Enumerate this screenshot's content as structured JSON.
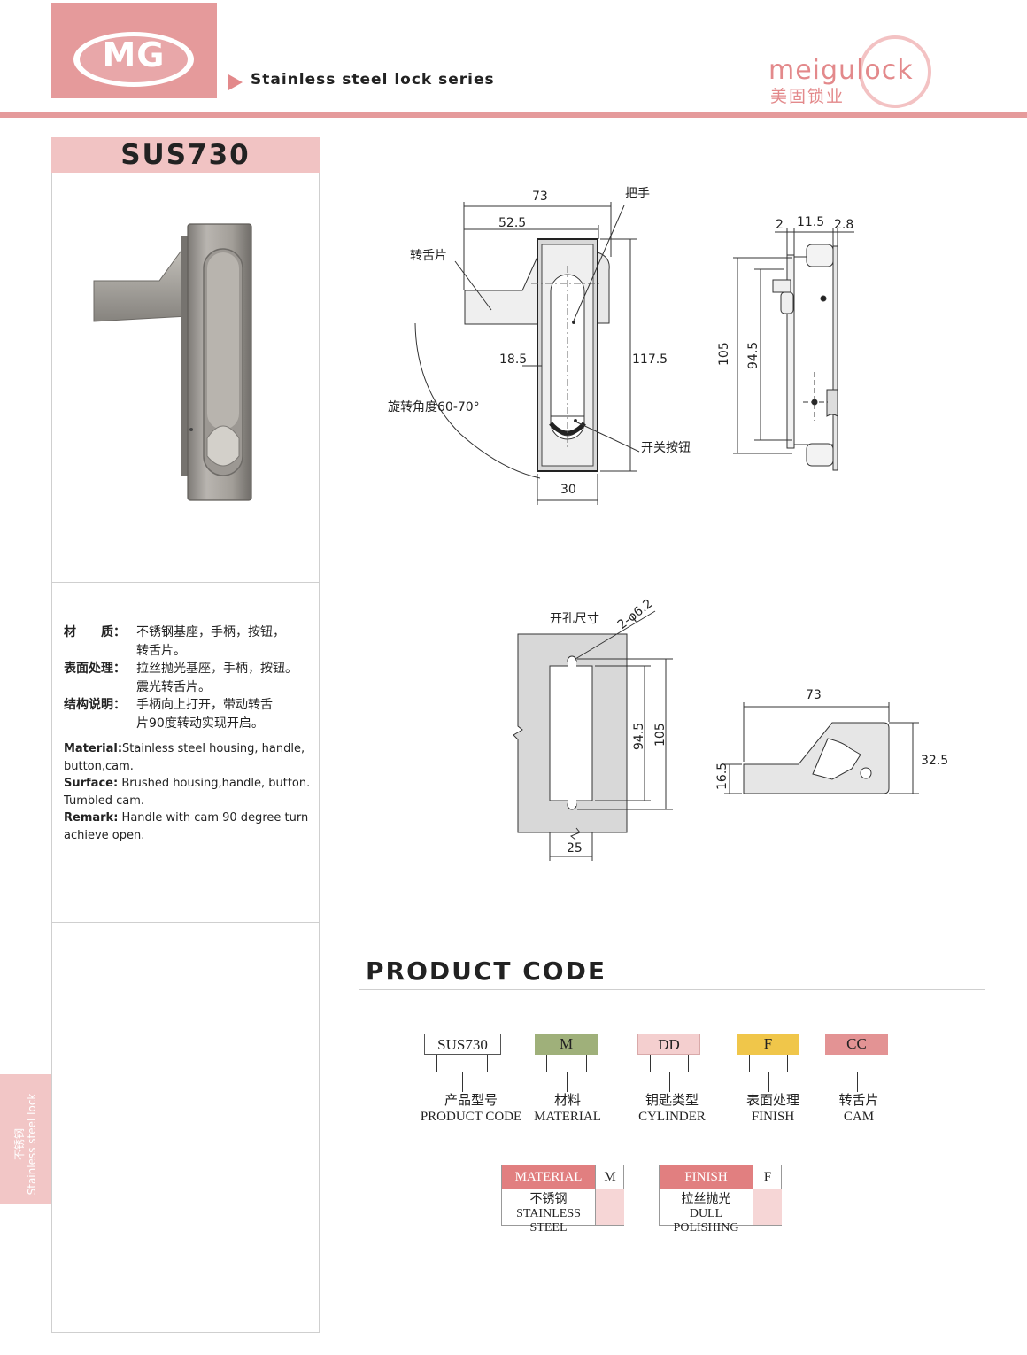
{
  "header": {
    "logo_text": "MG",
    "series_label": "Stainless steel lock series",
    "brand_name": "meigulock",
    "brand_cn": "美固锁业",
    "colors": {
      "accent": "#e59a9b",
      "title_band": "#f1c3c3"
    }
  },
  "product": {
    "model": "SUS730",
    "specs": [
      {
        "label": "材　　质：",
        "lines": [
          "不锈钢基座，手柄，按钮，",
          "转舌片。"
        ]
      },
      {
        "label": "表面处理：",
        "lines": [
          "拉丝抛光基座，手柄，按钮。",
          "震光转舌片。"
        ]
      },
      {
        "label": "结构说明：",
        "lines": [
          "手柄向上打开，带动转舌",
          "片90度转动实现开启。"
        ]
      }
    ],
    "desc": [
      {
        "label": "Material:",
        "text": "Stainless steel housing, handle, button,cam."
      },
      {
        "label": "Surface:",
        "text": " Brushed housing,handle, button. Tumbled cam."
      },
      {
        "label": "Remark:",
        "text": " Handle with cam 90 degree turn achieve open."
      }
    ]
  },
  "drawing": {
    "front": {
      "dim_73": "73",
      "dim_52_5": "52.5",
      "label_handle": "把手",
      "label_cam": "转舌片",
      "dim_18_5": "18.5",
      "dim_117_5": "117.5",
      "rotation": "旋转角度60-70°",
      "label_button": "开关按钮",
      "dim_30": "30"
    },
    "side": {
      "dim_2": "2",
      "dim_11_5": "11.5",
      "dim_2_8": "2.8",
      "dim_105": "105",
      "dim_94_5": "94.5"
    },
    "cutout": {
      "label": "开孔尺寸",
      "hole": "2-φ6.2",
      "dim_94_5": "94.5",
      "dim_105": "105",
      "dim_25": "25"
    },
    "cam": {
      "dim_73": "73",
      "dim_32_5": "32.5",
      "dim_16_5": "16.5"
    }
  },
  "product_code": {
    "title": "PRODUCT CODE",
    "segments": [
      {
        "code": "SUS730",
        "cn": "产品型号",
        "en": "PRODUCT CODE",
        "color": "#ffffff"
      },
      {
        "code": "M",
        "cn": "材料",
        "en": "MATERIAL",
        "color": "#9fb07a"
      },
      {
        "code": "DD",
        "cn": "钥匙类型",
        "en": "CYLINDER",
        "color": "#f4cfcf"
      },
      {
        "code": "F",
        "cn": "表面处理",
        "en": "FINISH",
        "color": "#f0c64a"
      },
      {
        "code": "CC",
        "cn": "转舌片",
        "en": "CAM",
        "color": "#e39394"
      }
    ],
    "tables": [
      {
        "header": "MATERIAL",
        "code": "M",
        "cn": "不锈钢",
        "en": "STAINLESS STEEL"
      },
      {
        "header": "FINISH",
        "code": "F",
        "cn": "拉丝抛光",
        "en": "DULL POLISHING"
      }
    ]
  },
  "side_tab": {
    "cn": "不锈钢",
    "en": "Stainless steel lock"
  }
}
